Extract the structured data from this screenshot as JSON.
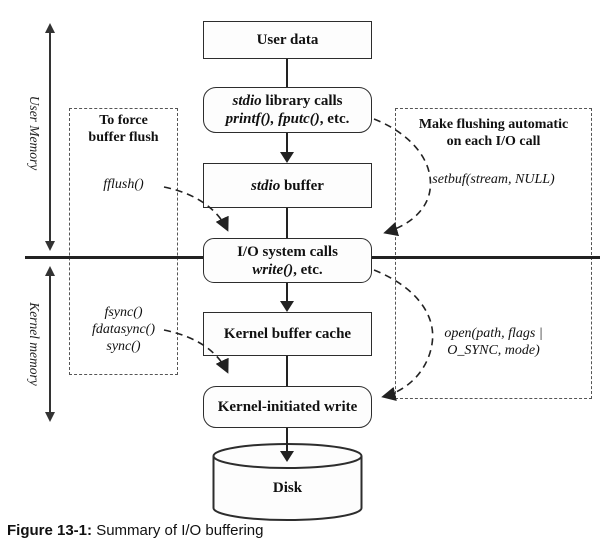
{
  "figure": {
    "caption_prefix": "Figure 13-1:",
    "caption_text": " Summary of I/O buffering"
  },
  "memory_labels": {
    "user": "User Memory",
    "kernel": "Kernel memory"
  },
  "boxes": {
    "user_data": {
      "line1": [
        [
          "User data",
          false
        ]
      ]
    },
    "stdio_calls": {
      "line1": [
        [
          "stdio",
          true
        ],
        [
          " library calls",
          false
        ]
      ],
      "line2": [
        [
          "printf(), fputc()",
          true
        ],
        [
          ", etc.",
          false
        ]
      ]
    },
    "stdio_buffer": {
      "line1": [
        [
          "stdio",
          true
        ],
        [
          " buffer",
          false
        ]
      ]
    },
    "io_calls": {
      "line1": [
        [
          "I/O system calls",
          false
        ]
      ],
      "line2": [
        [
          "write()",
          true
        ],
        [
          ", etc.",
          false
        ]
      ]
    },
    "kernel_cache": {
      "line1": [
        [
          "Kernel buffer cache",
          false
        ]
      ]
    },
    "kernel_write": {
      "line1": [
        [
          "Kernel-initiated write",
          false
        ]
      ]
    },
    "disk": {
      "label": "Disk"
    }
  },
  "left_panel": {
    "title_line1": "To force",
    "title_line2": "buffer flush",
    "fflush": "fflush()",
    "sync_lines": [
      "fsync()",
      "fdatasync()",
      "sync()"
    ]
  },
  "right_panel": {
    "title_line1": "Make flushing automatic",
    "title_line2": "on each I/O call",
    "setbuf": "setbuf(stream, NULL)",
    "open_line1": "open(path, flags |",
    "open_line2": "O_SYNC, mode)"
  },
  "colors": {
    "stroke": "#2d2d2d",
    "line": "#222222",
    "box_fill": "#fdfdfd",
    "background": "#ffffff"
  }
}
